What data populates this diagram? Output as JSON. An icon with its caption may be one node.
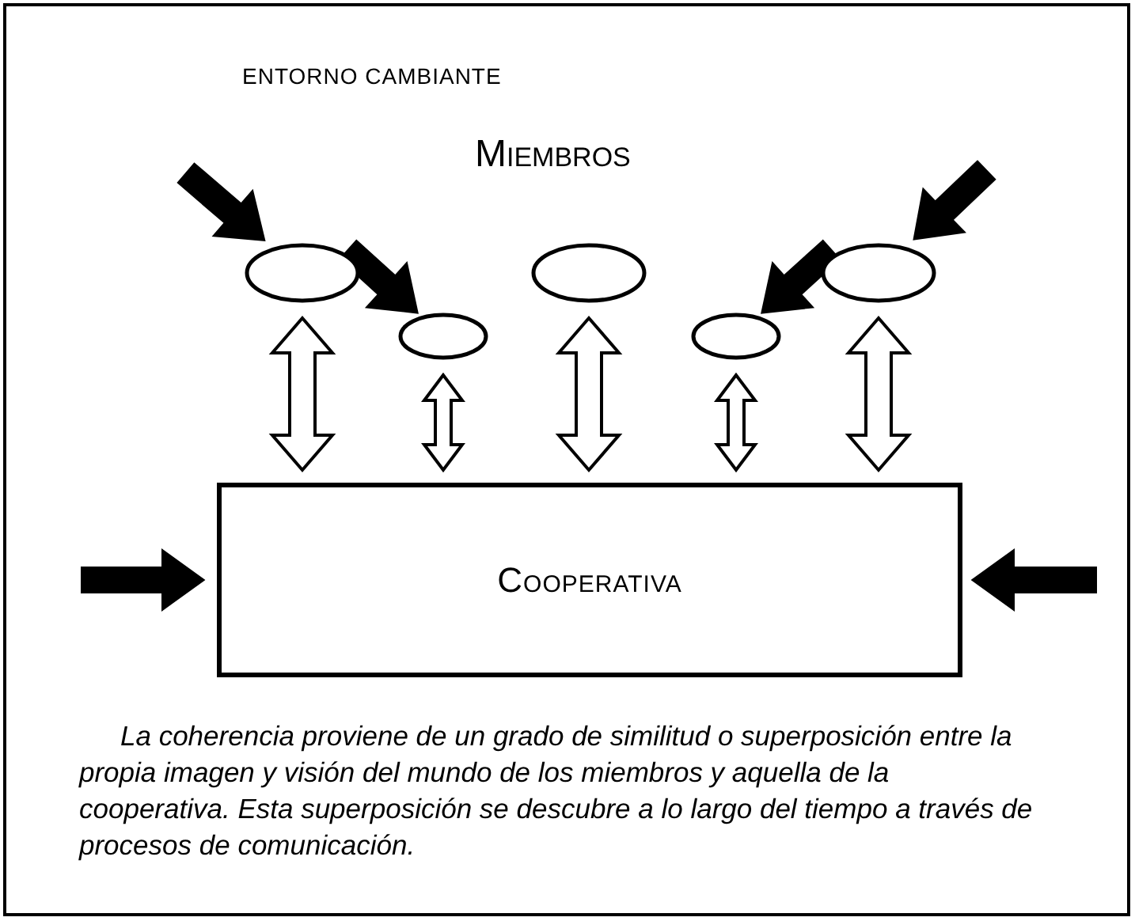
{
  "diagram": {
    "caption": "La coherencia proviene de un grado de similitud o superposición entre la propia imagen y visión del mundo de los miembros y aquella de la cooperativa. Esta superposición se descubre a lo largo del tiempo a través de procesos de comunicación.",
    "nodes": [
      {
        "text": [],
        "shape": "ellipse"
      },
      {
        "text": [],
        "shape": "ellipse"
      },
      {
        "text": [],
        "shape": "ellipse"
      },
      {
        "text": [],
        "shape": "ellipse"
      },
      {
        "text": [],
        "shape": "ellipse"
      },
      {
        "text": [
          "Cooperativa"
        ]
      }
    ],
    "edges": [
      {
        "from": 0,
        "to": 5,
        "arrow": "both"
      },
      {
        "from": 1,
        "to": 5,
        "arrow": "both"
      },
      {
        "from": 2,
        "to": 5,
        "arrow": "both"
      },
      {
        "from": 3,
        "to": 5,
        "arrow": "both"
      },
      {
        "from": 4,
        "to": 5,
        "arrow": "both"
      },
      {
        "from": null,
        "to": 0,
        "arrow": "to",
        "style": "thick"
      },
      {
        "from": null,
        "to": 1,
        "arrow": "to",
        "style": "thick"
      },
      {
        "from": null,
        "to": 3,
        "arrow": "to",
        "style": "thick"
      },
      {
        "from": null,
        "to": 4,
        "arrow": "to",
        "style": "thick"
      },
      {
        "from": null,
        "to": 5,
        "arrow": "to",
        "style": "thick"
      },
      {
        "from": null,
        "to": 5,
        "arrow": "to",
        "style": "thick"
      }
    ],
    "labels": [
      "ENTORNO CAMBIANTE",
      "Miembros"
    ]
  }
}
